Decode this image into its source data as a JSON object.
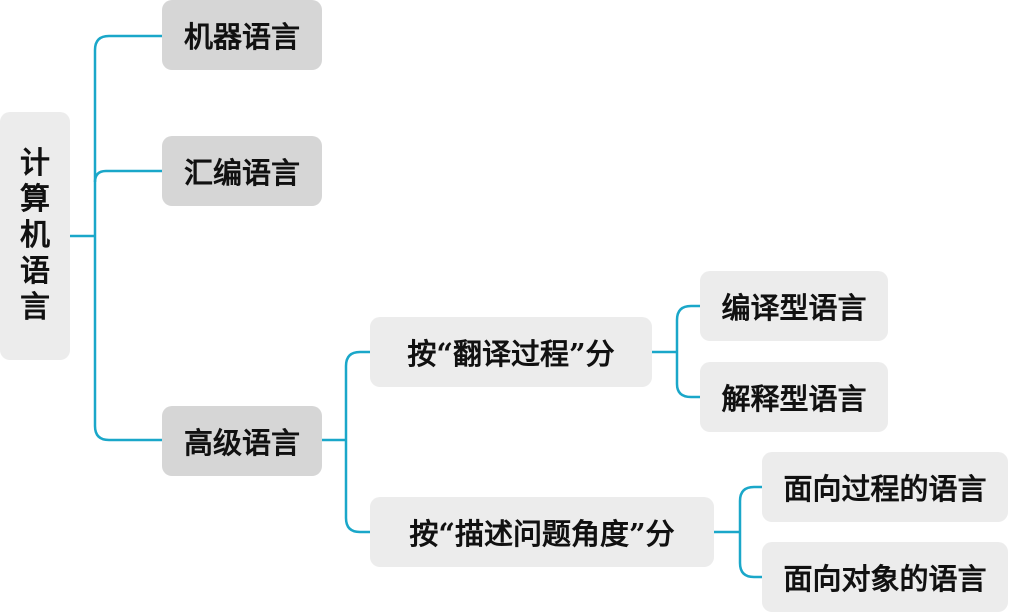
{
  "root": {
    "label": "计算机语言"
  },
  "level1": {
    "machine": "机器语言",
    "assembly": "汇编语言",
    "high": "高级语言"
  },
  "level2": {
    "by_translation": "按“翻译过程”分",
    "by_perspective": "按“描述问题角度”分"
  },
  "level3": {
    "compiled": "编译型语言",
    "interpreted": "解释型语言",
    "procedural": "面向过程的语言",
    "object_oriented": "面向对象的语言"
  },
  "colors": {
    "connector": "#1aa7c9",
    "node_dark": "#d6d6d6",
    "node_light": "#ececec",
    "text": "#111111"
  }
}
